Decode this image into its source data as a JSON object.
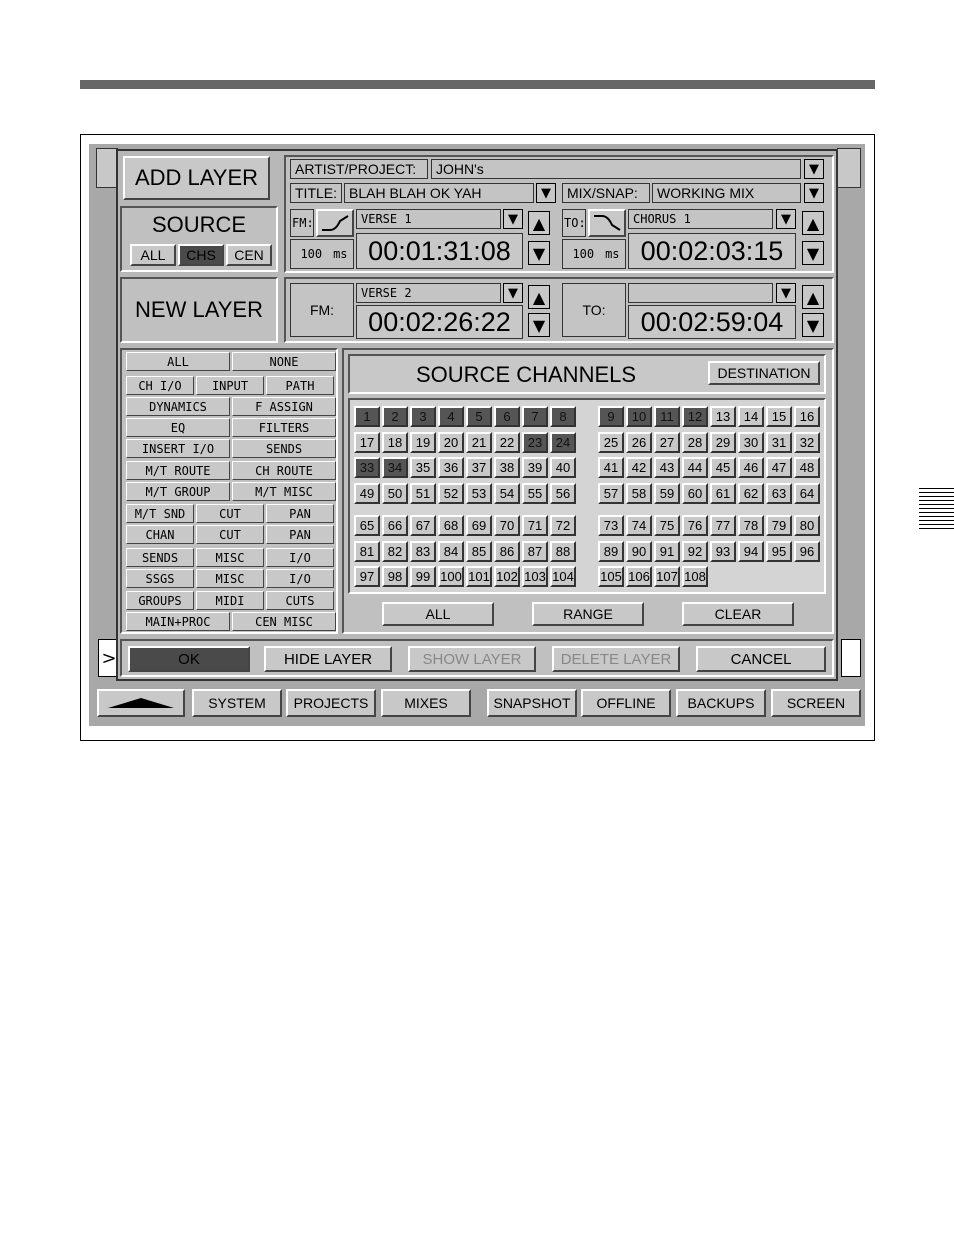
{
  "add_layer": "ADD LAYER",
  "source": {
    "title": "SOURCE",
    "all": "ALL",
    "chs": "CHS",
    "cen": "CEN"
  },
  "new_layer": "NEW LAYER",
  "artist_project": {
    "label": "ARTIST/PROJECT:",
    "value": "JOHN's"
  },
  "title_field": {
    "label": "TITLE:",
    "value": "BLAH BLAH OK YAH"
  },
  "mix_snap": {
    "label": "MIX/SNAP:",
    "value": "WORKING MIX"
  },
  "from": {
    "label": "FM:",
    "mark": "VERSE 1",
    "fade": "100",
    "unit": "ms",
    "timecode": "00:01:31:08"
  },
  "to": {
    "label": "TO:",
    "mark": "CHORUS 1",
    "fade": "100",
    "unit": "ms",
    "timecode": "00:02:03:15"
  },
  "new_from": {
    "label": "FM:",
    "mark": "VERSE 2",
    "timecode": "00:02:26:22"
  },
  "new_to": {
    "label": "TO:",
    "mark": "",
    "timecode": "00:02:59:04"
  },
  "left_buttons": {
    "all": "ALL",
    "none": "NONE",
    "ch_io": "CH I/O",
    "input": "INPUT",
    "path": "PATH",
    "dynamics": "DYNAMICS",
    "f_assign": "F ASSIGN",
    "eq": "EQ",
    "filters": "FILTERS",
    "insert_io": "INSERT I/O",
    "sends": "SENDS",
    "mt_route": "M/T ROUTE",
    "ch_route": "CH ROUTE",
    "mt_group": "M/T GROUP",
    "mt_misc": "M/T MISC",
    "mt_snd": "M/T SND",
    "cut1": "CUT",
    "pan1": "PAN",
    "chan": "CHAN",
    "cut2": "CUT",
    "pan2": "PAN",
    "sends2": "SENDS",
    "misc1": "MISC",
    "io1": "I/O",
    "ssgs": "SSGS",
    "misc2": "MISC",
    "io2": "I/O",
    "groups": "GROUPS",
    "midi": "MIDI",
    "cuts": "CUTS",
    "main_proc": "MAIN+PROC",
    "cen_misc": "CEN MISC"
  },
  "channels": {
    "title": "SOURCE CHANNELS",
    "destination": "DESTINATION",
    "selected": [
      1,
      2,
      3,
      4,
      5,
      6,
      7,
      8,
      9,
      10,
      11,
      12,
      23,
      24,
      33,
      34
    ],
    "count": 108,
    "all": "ALL",
    "range": "RANGE",
    "clear": "CLEAR"
  },
  "actions": {
    "ok": "OK",
    "hide": "HIDE LAYER",
    "show": "SHOW LAYER",
    "delete": "DELETE LAYER",
    "cancel": "CANCEL"
  },
  "taskbar": {
    "system": "SYSTEM",
    "projects": "PROJECTS",
    "mixes": "MIXES",
    "snapshot": "SNAPSHOT",
    "offline": "OFFLINE",
    "backups": "BACKUPS",
    "screen": "SCREEN"
  }
}
